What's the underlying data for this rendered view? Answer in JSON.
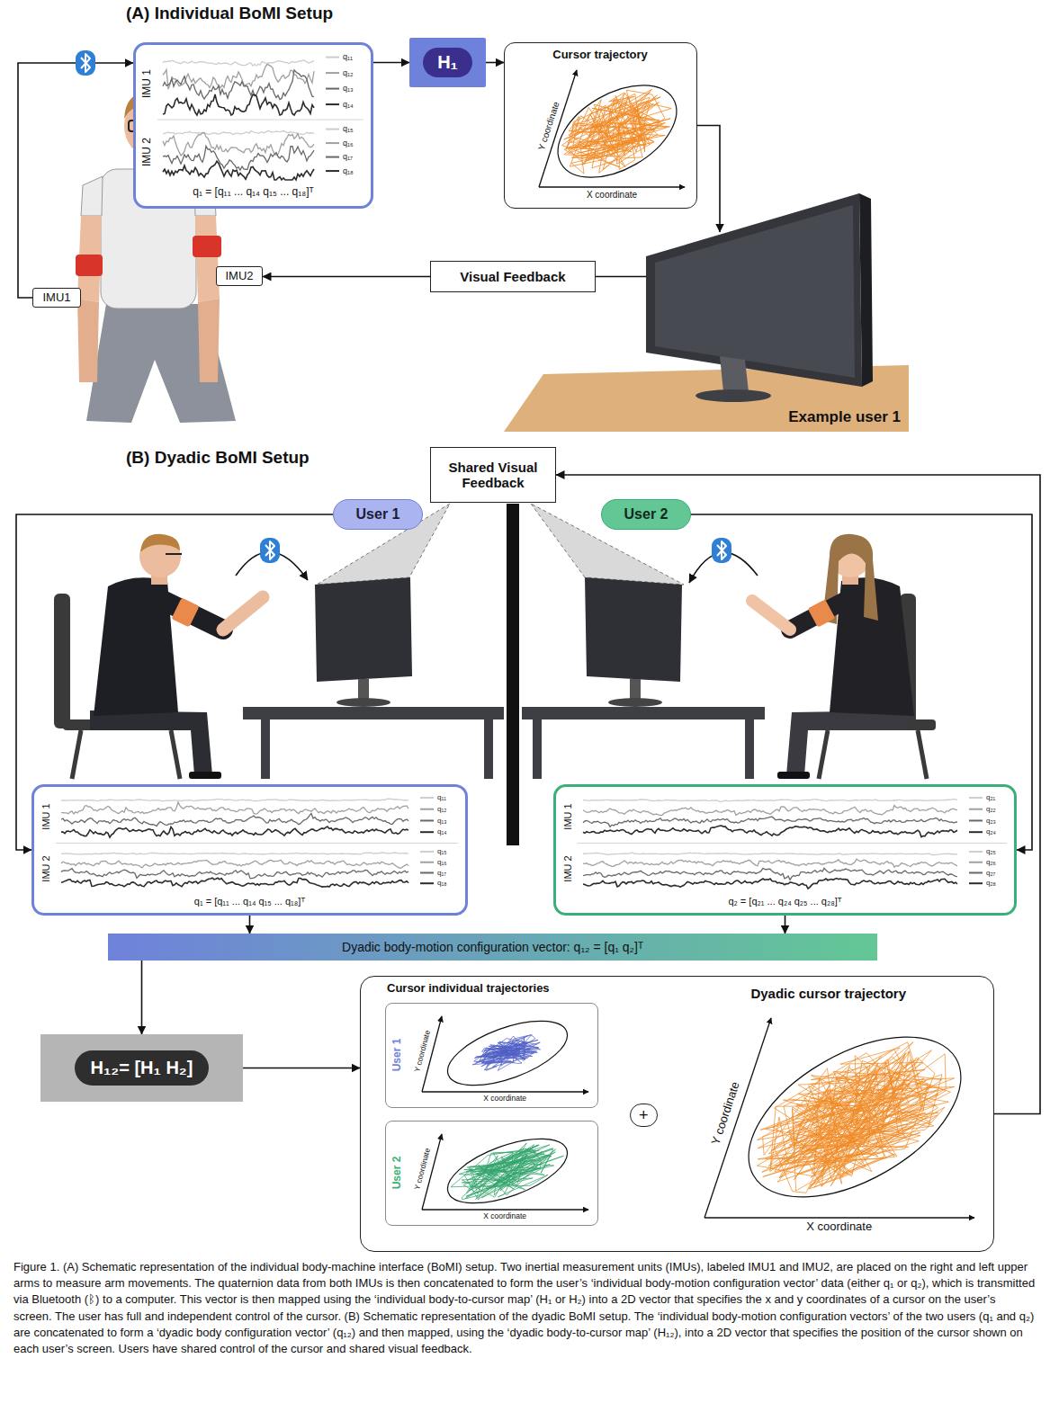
{
  "diagram": {
    "caption": "Figure 1. (A) Schematic representation of the individual body-machine interface (BoMI) setup. Two inertial measurement units (IMUs), labeled IMU1 and IMU2, are placed on the right and left upper arms to measure arm movements. The quaternion data from both IMUs is then concatenated to form the user’s ‘individual body-motion configuration vector’ data (either q₁ or q₂), which is transmitted via Bluetooth (ᛒ) to a computer. This vector is then mapped using the ‘individual body-to-cursor map’ (H₁ or H₂) into a 2D vector that specifies the x and y coordinates of a cursor on the user’s screen. The user has full and independent control of the cursor. (B) Schematic representation of the dyadic BoMI setup. The ‘individual body-motion configuration vectors’ of the two users (q₁ and q₂) are concatenated to form a ‘dyadic body configuration vector’ (q₁₂) and then mapped, using the ‘dyadic body-to-cursor map’ (H₁₂), into a 2D vector that specifies the position of the cursor shown on each user’s screen. Users have shared control of the cursor and shared visual feedback.",
    "nodes": [
      {
        "text": [
          "IMU 1",
          "IMU 2",
          "q₁ = [q₁₁ ... q₁₄ q₁₅ ... q₁₈]ᵀ"
        ]
      },
      {
        "text": [
          "H₁"
        ]
      },
      {
        "text": [
          "Cursor trajectory",
          "Y coordinate",
          "X coordinate"
        ]
      },
      {
        "text": [
          "Example user 1"
        ]
      },
      {
        "text": [
          "Visual Feedback"
        ]
      },
      {
        "text": [
          "IMU1"
        ]
      },
      {
        "text": [
          "IMU2"
        ]
      },
      {
        "text": [
          "Shared Visual Feedback"
        ]
      },
      {
        "text": [
          "User 1"
        ]
      },
      {
        "text": [
          "User 2"
        ]
      },
      {
        "text": [
          "IMU 1",
          "IMU 2",
          "q₁ = [q₁₁ ... q₁₄ q₁₅ ... q₁₈]ᵀ"
        ]
      },
      {
        "text": [
          "IMU 1",
          "IMU 2",
          "q₂ = [q₂₁ ... q₂₄ q₂₅ ... q₂₈]ᵀ"
        ]
      },
      {
        "text": [
          "Dyadic body-motion configuration vector: q₁₂ = [q₁ q₂]ᵀ"
        ]
      },
      {
        "text": [
          "H₁₂= [H₁ H₂]"
        ]
      },
      {
        "text": [
          "Cursor individual trajectories"
        ]
      },
      {
        "text": [
          "User 1",
          "Y coordinate",
          "X coordinate"
        ],
        "in": 14
      },
      {
        "text": [
          "User 2",
          "Y coordinate",
          "X coordinate"
        ],
        "in": 14
      },
      {
        "text": [
          "+"
        ],
        "in": 14
      },
      {
        "text": [
          "Dyadic cursor trajectory",
          "Y coordinate",
          "X coordinate"
        ],
        "in": 14
      }
    ],
    "edges": [
      {
        "from": 0,
        "to": 1,
        "arrow": "to"
      },
      {
        "from": 1,
        "to": 2,
        "arrow": "to"
      },
      {
        "from": 2,
        "to": 3,
        "arrow": "to"
      },
      {
        "from": 3,
        "to": 4,
        "arrow": "none"
      },
      {
        "from": 4,
        "to": 6,
        "arrow": "to"
      },
      {
        "from": 5,
        "to": 0,
        "arrow": "to"
      },
      {
        "from": 8,
        "to": 10,
        "arrow": "to"
      },
      {
        "from": 9,
        "to": 11,
        "arrow": "to"
      },
      {
        "from": 10,
        "to": 12,
        "arrow": "to"
      },
      {
        "from": 11,
        "to": 12,
        "arrow": "to"
      },
      {
        "from": 12,
        "to": 13,
        "arrow": "to"
      },
      {
        "from": 13,
        "to": 14,
        "arrow": "to"
      },
      {
        "from": 15,
        "to": 17,
        "arrow": "none"
      },
      {
        "from": 16,
        "to": 17,
        "arrow": "none"
      },
      {
        "from": 17,
        "to": 18,
        "arrow": "to"
      },
      {
        "from": 14,
        "to": 7,
        "arrow": "to"
      }
    ],
    "labels": [
      "(A) Individual BoMI Setup",
      "q₁₁",
      "q₁₂",
      "q₁₃",
      "q₁₄",
      "q₁₅",
      "q₁₆",
      "q₁₇",
      "q₁₈",
      "(B) Dyadic BoMI Setup",
      "q₁₁",
      "q₁₂",
      "q₁₃",
      "q₁₄",
      "q₁₅",
      "q₁₆",
      "q₁₇",
      "q₁₈",
      "q₂₁",
      "q₂₂",
      "q₂₃",
      "q₂₄",
      "q₂₅",
      "q₂₆",
      "q₂₇",
      "q₂₈"
    ]
  }
}
